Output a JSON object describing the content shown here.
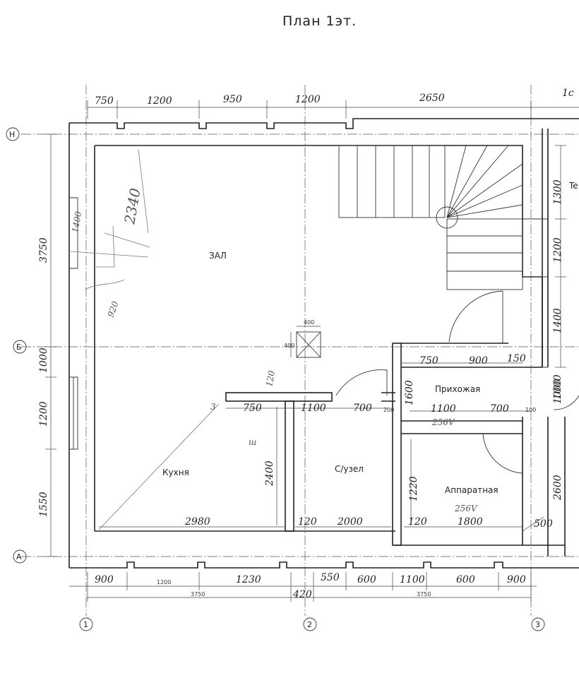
{
  "plan": {
    "title": "План 1эт.",
    "rooms": {
      "hall": "ЗАЛ",
      "kitchen": "Кухня",
      "bathroom": "С/узел",
      "entry": "Прихожая",
      "equipment": "Аппаратная",
      "cut_label": "Te"
    },
    "axes": {
      "row_top": "Н",
      "row_mid": "Б",
      "row_bottom": "А",
      "col_1": "1",
      "col_2": "2",
      "col_3": "3"
    },
    "top_dimensions": [
      "750",
      "1200",
      "950",
      "1200",
      "2650",
      "1с"
    ],
    "left_dimensions": [
      "3750",
      "1000",
      "1200",
      "1550"
    ],
    "right_dimensions": [
      "1300",
      "1200",
      "1400",
      "1000",
      "2600"
    ],
    "bottom_dimensions": [
      "900",
      "1200",
      "1230",
      "550",
      "600",
      "1100",
      "600",
      "900",
      "420"
    ],
    "bottom_totals": [
      "3750",
      "3750"
    ],
    "interior_dimensions": {
      "kitchen_wall_height": "2400",
      "kitchen_width": "2980",
      "partition_120_a": "120",
      "partition_120_b": "120",
      "bathroom_width": "2000",
      "equipment_width": "1800",
      "equipment_height": "1220",
      "wall_500": "500",
      "counter_750": "750",
      "counter_1100": "1100",
      "door_700": "700",
      "wall_200": "200",
      "entry_750": "750",
      "entry_900": "900",
      "entry_150": "150",
      "entry_1000": "1000",
      "entry_700": "700",
      "entry_1600": "1600",
      "entry_100": "100",
      "column_400_w": "400",
      "column_400_h": "400",
      "partition_120_vertical": "120"
    },
    "pencil_notes": [
      "2340",
      "1400",
      "920",
      "3",
      "ш",
      "256V",
      "256V"
    ]
  }
}
